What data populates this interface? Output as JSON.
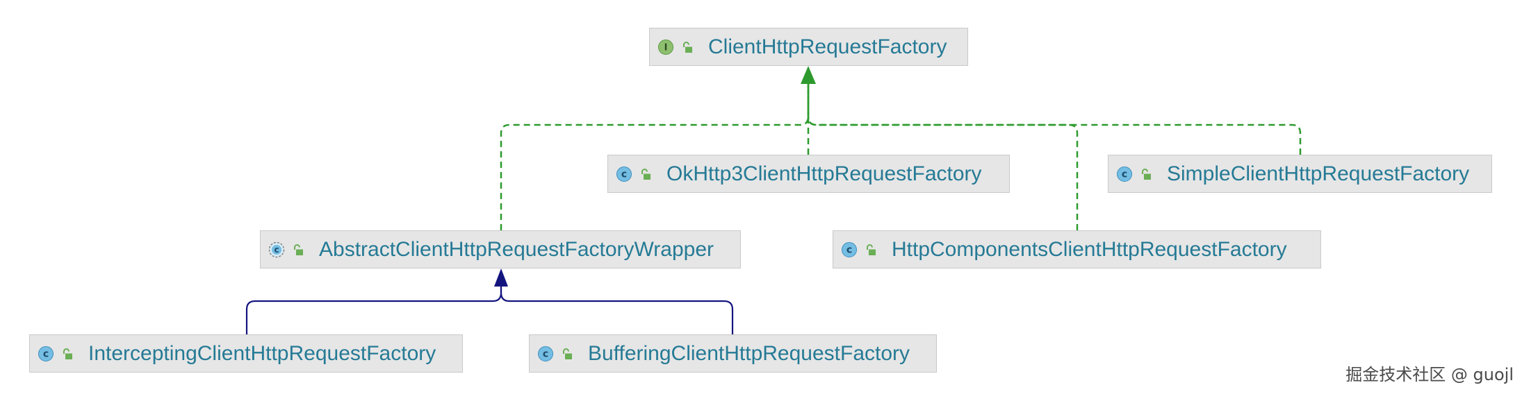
{
  "colors": {
    "background": "#ffffff",
    "node_fill": "#e6e6e6",
    "node_border": "#c9c9c9",
    "label": "#257a95",
    "implements_edge": "#2e9a2e",
    "extends_edge": "#14147f",
    "interface_icon": "#8dbf6e",
    "class_icon": "#74bde3",
    "lock_icon": "#6aae55",
    "watermark": "#4a4a4a"
  },
  "nodes": [
    {
      "label": "ClientHttpRequestFactory",
      "icon": "interface-icon",
      "icon_letter": "I",
      "visibility_icon": "lock-icon"
    },
    {
      "label": "OkHttp3ClientHttpRequestFactory",
      "icon": "class-icon",
      "icon_letter": "c",
      "visibility_icon": "lock-icon"
    },
    {
      "label": "SimpleClientHttpRequestFactory",
      "icon": "class-icon",
      "icon_letter": "c",
      "visibility_icon": "lock-icon"
    },
    {
      "label": "AbstractClientHttpRequestFactoryWrapper",
      "icon": "abstract-class-icon",
      "icon_letter": "c",
      "visibility_icon": "lock-icon"
    },
    {
      "label": "HttpComponentsClientHttpRequestFactory",
      "icon": "class-icon",
      "icon_letter": "c",
      "visibility_icon": "lock-icon"
    },
    {
      "label": "InterceptingClientHttpRequestFactory",
      "icon": "class-icon",
      "icon_letter": "c",
      "visibility_icon": "lock-icon"
    },
    {
      "label": "BufferingClientHttpRequestFactory",
      "icon": "class-icon",
      "icon_letter": "c",
      "visibility_icon": "lock-icon"
    }
  ],
  "relations": [
    {
      "from": 1,
      "to": 0,
      "dashed": true
    },
    {
      "from": 2,
      "to": 0,
      "dashed": true
    },
    {
      "from": 3,
      "to": 0,
      "dashed": true
    },
    {
      "from": 4,
      "to": 0,
      "dashed": true
    },
    {
      "from": 5,
      "to": 3,
      "dashed": false
    },
    {
      "from": 6,
      "to": 3,
      "dashed": false
    }
  ],
  "watermark": "掘金技术社区 @ guojl"
}
